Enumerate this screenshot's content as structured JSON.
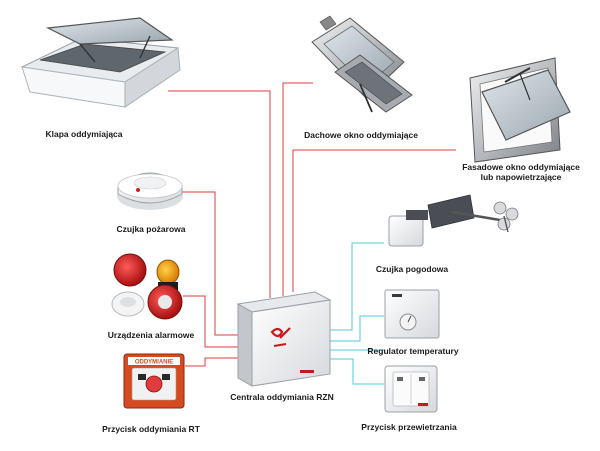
{
  "labels": {
    "klapa": "Klapa oddymiająca",
    "dachowe": "Dachowe okno oddymiające",
    "fasadowe_line1": "Fasadowe okno oddymiające",
    "fasadowe_line2": "lub napowietrzające",
    "czujka_pozarowa": "Czujka pożarowa",
    "czujka_pogodowa": "Czujka pogodowa",
    "urzadzenia": "Urządzenia alarmowe",
    "regulator": "Regulator temperatury",
    "centrala": "Centrala oddymiania RZN",
    "przycisk_rt": "Przycisk oddymiania RT",
    "przycisk_przew": "Przycisk przewietrzania"
  },
  "device_text": {
    "rt_panel_header": "ODDYMIANIE"
  },
  "colors": {
    "red_line": "#e23b3b",
    "cyan_line": "#52c9dd"
  }
}
